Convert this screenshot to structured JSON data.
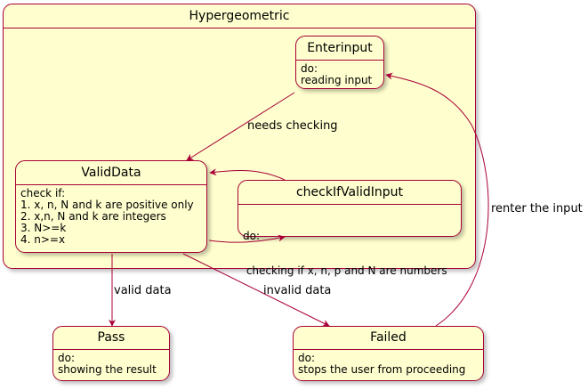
{
  "composite": {
    "title": "Hypergeometric"
  },
  "states": {
    "enterinput": {
      "title": "Enterinput",
      "body": [
        "do:",
        "reading input"
      ]
    },
    "validdata": {
      "title": "ValidData",
      "body": [
        "check if:",
        "1. x, n, N and k are positive only",
        "2. x,n, N and k are integers",
        "3. N>=k",
        "4. n>=x"
      ]
    },
    "checkifvalidinput": {
      "title": "checkIfValidInput",
      "body": [
        "do:",
        " checking if x, n, p and N are numbers"
      ]
    },
    "pass": {
      "title": "Pass",
      "body": [
        "do:",
        "showing the result"
      ]
    },
    "failed": {
      "title": "Failed",
      "body": [
        "do:",
        "stops the user from proceeding"
      ]
    }
  },
  "transitions": {
    "needs_checking": "needs checking",
    "valid_data": "valid data",
    "invalid_data": "invalid data",
    "renter_input": "renter the input"
  },
  "colors": {
    "border": "#a80036",
    "fill": "#fefece"
  }
}
